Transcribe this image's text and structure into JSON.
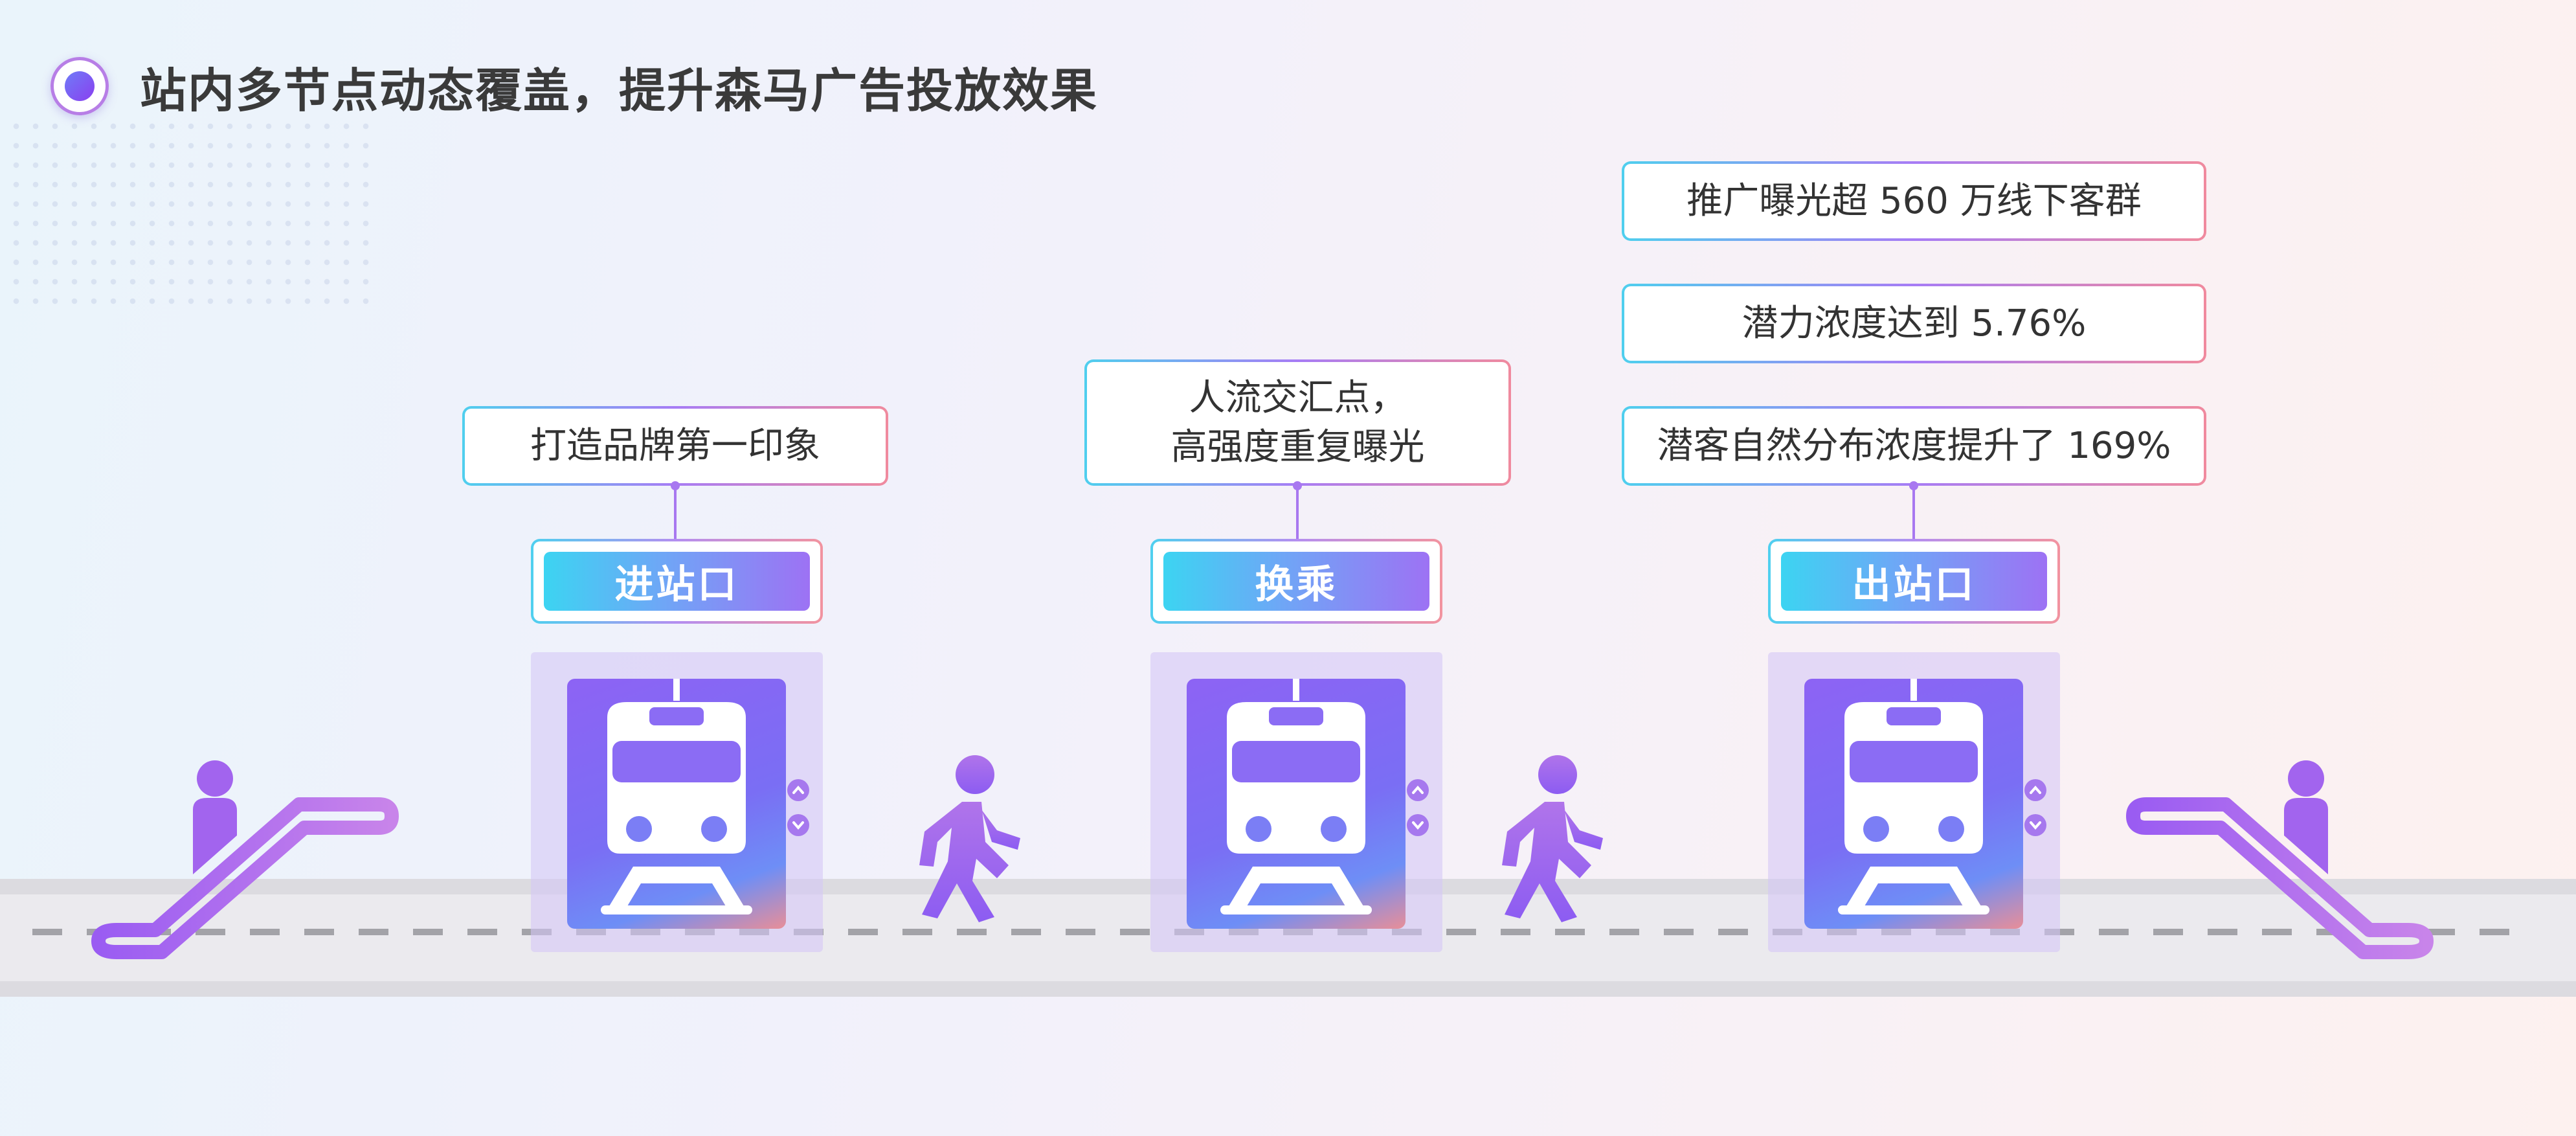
{
  "title": "站内多节点动态覆盖，提升森马广告投放效果",
  "nodes": [
    {
      "label": "进站口",
      "callouts": [
        [
          "打造品牌第一印象"
        ]
      ]
    },
    {
      "label": "换乘",
      "callouts": [
        [
          "人流交汇点，",
          "高强度重复曝光"
        ]
      ]
    },
    {
      "label": "出站口",
      "callouts": [
        [
          "推广曝光超 560 万线下客群"
        ],
        [
          "潜力浓度达到 5.76%"
        ],
        [
          "潜客自然分布浓度提升了 169%"
        ]
      ]
    }
  ],
  "icons": [
    "escalator-up-icon",
    "train-icon",
    "walking-person-icon",
    "escalator-down-icon",
    "chevron-up-icon",
    "chevron-down-icon"
  ],
  "colors": {
    "accent_cyan": "#3cd4f2",
    "accent_purple": "#9d72f4",
    "accent_pink": "#f08a9e",
    "track": "#dcdbe0"
  }
}
